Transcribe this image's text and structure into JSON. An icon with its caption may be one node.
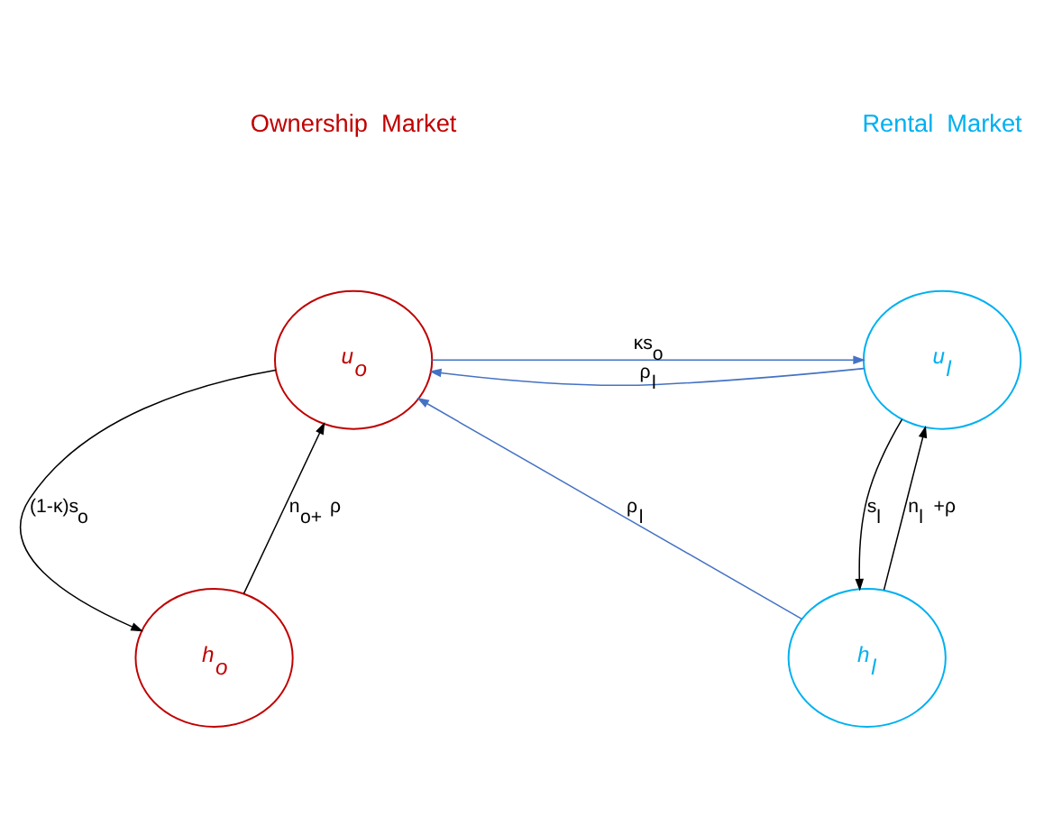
{
  "diagram": {
    "nodes": [
      {
        "text": [
          "u$_{o}$"
        ]
      },
      {
        "text": [
          "u$_{l}$"
        ]
      },
      {
        "text": [
          "h$_{o}$"
        ]
      },
      {
        "text": [
          "h$_{l}$"
        ]
      }
    ],
    "edges": [
      {
        "from": 0,
        "to": 1,
        "arrow": "to",
        "label": "κs$_{o}$",
        "color": "#4472c4"
      },
      {
        "from": 1,
        "to": 0,
        "arrow": "to",
        "label": "ρ$_{l}$",
        "color": "#4472c4"
      },
      {
        "from": 3,
        "to": 0,
        "arrow": "to",
        "label": "ρ$_{l}$",
        "color": "#4472c4"
      },
      {
        "from": 0,
        "to": 2,
        "arrow": "to",
        "label": "(1-κ)s$_{o}$"
      },
      {
        "from": 1,
        "to": 3,
        "arrow": "to",
        "label": "s$_{l}$"
      },
      {
        "from": 2,
        "to": 0,
        "arrow": "to",
        "label": "n$_{o+}$ ρ"
      },
      {
        "from": 3,
        "to": 1,
        "arrow": "to",
        "label": "n$_{l}$ +ρ"
      }
    ],
    "labels": [
      "Ownership Market",
      "Rental Market"
    ]
  }
}
